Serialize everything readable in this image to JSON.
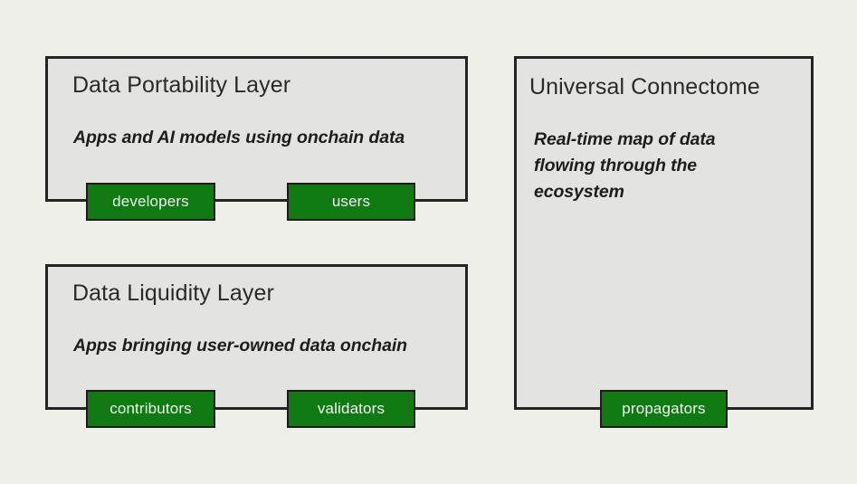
{
  "diagram": {
    "background_color": "#efefe9",
    "panel_fill_color": "#e3e3df",
    "panel_border_color": "#242424",
    "tag_color": "#0f7a12",
    "tag_text_color": "#f2f2f2",
    "panels": [
      {
        "id": "portability",
        "title": "Data Portability Layer",
        "subtitle": "Apps and AI models using onchain data",
        "tags": [
          "developers",
          "users"
        ]
      },
      {
        "id": "liquidity",
        "title": "Data Liquidity Layer",
        "subtitle": "Apps bringing user-owned data onchain",
        "tags": [
          "contributors",
          "validators"
        ]
      },
      {
        "id": "connectome",
        "title": "Universal Connectome",
        "subtitle": "Real-time map of data\nflowing through the\necosystem",
        "tags": [
          "propagators"
        ]
      }
    ],
    "tags": {
      "developers": "developers",
      "users": "users",
      "contributors": "contributors",
      "validators": "validators",
      "propagators": "propagators"
    }
  }
}
